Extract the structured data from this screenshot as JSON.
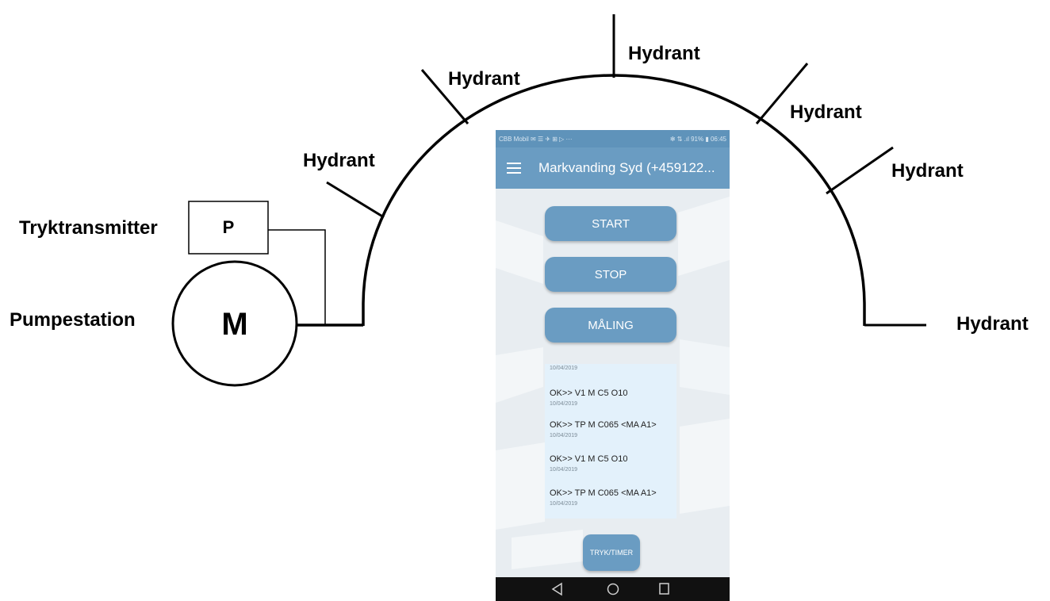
{
  "labels": {
    "tryktransmitter": "Tryktransmitter",
    "pumpestation": "Pumpestation",
    "pressure_symbol": "P",
    "motor_symbol": "M",
    "hydrants": [
      "Hydrant",
      "Hydrant",
      "Hydrant",
      "Hydrant",
      "Hydrant",
      "Hydrant"
    ]
  },
  "phone": {
    "statusbar": {
      "left": "CBB Mobil ✉ ☰ ✈ ⊞ ▷ ···",
      "right": "✻ ⇅ .ıl 91% ▮ 06:45"
    },
    "title": "Markvanding Syd (+459122...",
    "buttons": {
      "start": "START",
      "stop": "STOP",
      "maling": "MÅLING",
      "tryk_timer": "TRYK/TIMER"
    },
    "log": [
      {
        "time": "10/04/2019",
        "message": ""
      },
      {
        "time": "10/04/2019",
        "message": "OK>> V1 M C5 O10"
      },
      {
        "time": "10/04/2019",
        "message": "OK>> TP M C065 <MA A1>"
      },
      {
        "time": "10/04/2019",
        "message": "OK>> V1 M C5 O10"
      },
      {
        "time": "10/04/2019",
        "message": "OK>> TP M C065 <MA A1>"
      }
    ]
  },
  "colors": {
    "primary": "#6a9cc2",
    "statusbar": "#5f93ba",
    "log_background": "#e3f1fb",
    "screen_background": "#e8edf1"
  }
}
